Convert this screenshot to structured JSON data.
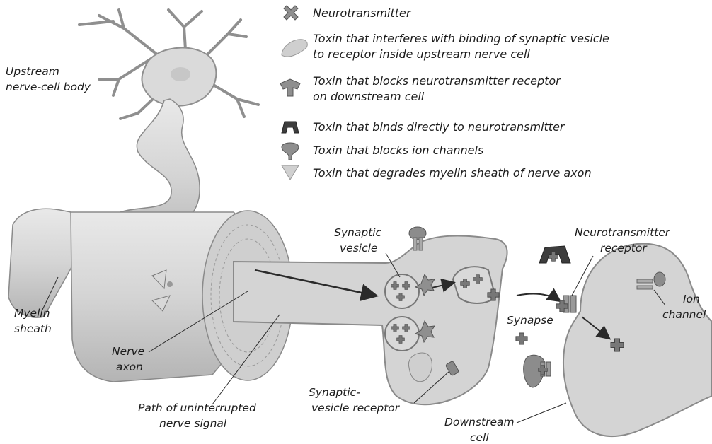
{
  "legend": [
    {
      "icon": "neurotransmitter-icon",
      "lines": [
        "Neurotransmitter"
      ]
    },
    {
      "icon": "vesicle-binding-toxin-icon",
      "lines": [
        "Toxin that interferes with binding of synaptic vesicle",
        "to receptor inside upstream nerve cell"
      ]
    },
    {
      "icon": "receptor-blocking-toxin-icon",
      "lines": [
        "Toxin that blocks neurotransmitter receptor",
        "on downstream cell"
      ]
    },
    {
      "icon": "neurotransmitter-binding-toxin-icon",
      "lines": [
        "Toxin that binds directly to neurotransmitter"
      ]
    },
    {
      "icon": "ion-channel-toxin-icon",
      "lines": [
        "Toxin that blocks ion channels"
      ]
    },
    {
      "icon": "myelin-degrading-toxin-icon",
      "lines": [
        "Toxin that degrades myelin sheath of nerve axon"
      ]
    }
  ],
  "labels": {
    "upstream_body": [
      "Upstream",
      "nerve-cell body"
    ],
    "myelin_sheath": [
      "Myelin",
      "sheath"
    ],
    "nerve_axon": [
      "Nerve",
      "axon"
    ],
    "path_signal": [
      "Path of uninterrupted",
      "nerve signal"
    ],
    "synaptic_vesicle": [
      "Synaptic",
      "vesicle"
    ],
    "vesicle_receptor": [
      "Synaptic-",
      "vesicle receptor"
    ],
    "nt_receptor": [
      "Neurotransmitter",
      "receptor"
    ],
    "synapse": [
      "Synapse"
    ],
    "ion_channel": [
      "Ion",
      "channel"
    ],
    "downstream_cell": [
      "Downstream",
      "cell"
    ]
  },
  "colors": {
    "membrane": "#c9c9c9",
    "cytoplasm": "#d6d6d6",
    "neurotransmitter": "#7a7a7a",
    "toxin_dark": "#3d3d3d",
    "toxin_mid": "#8c8c8c",
    "toxin_light": "#cfcfcf"
  }
}
